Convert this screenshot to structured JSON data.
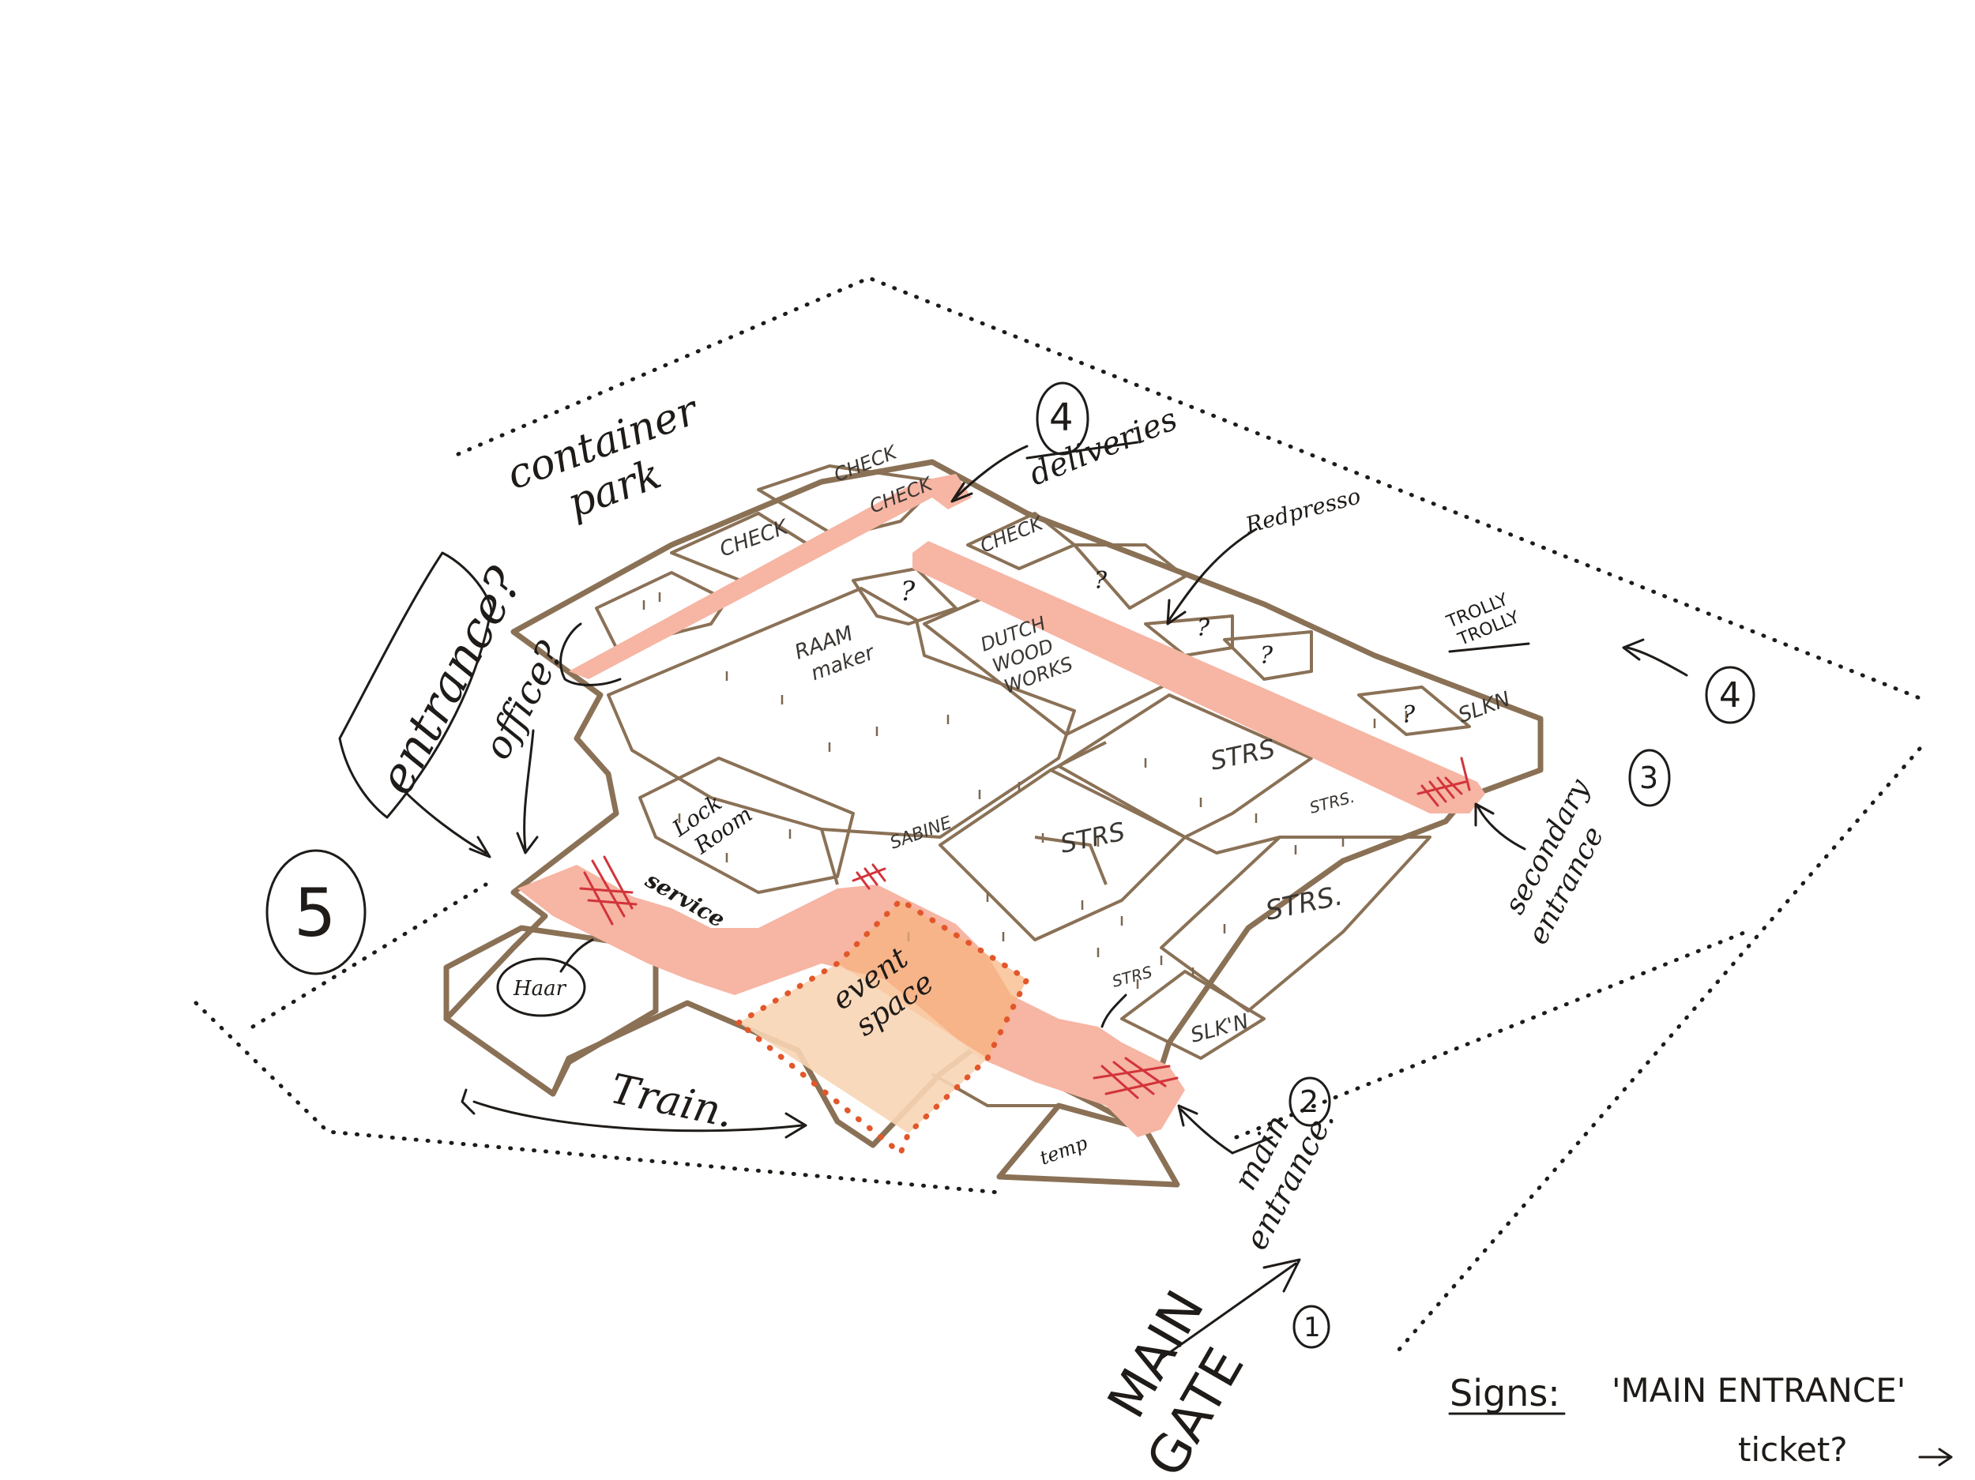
{
  "labels": {
    "container_park": "container\npark",
    "deliveries": "deliveries",
    "entrance_q": "entrance?",
    "office_q": "office?",
    "check_1": "CHECK",
    "check_2": "CHECK",
    "check_3": "CHECK",
    "check_4": "CHECK",
    "q1": "?",
    "q2": "?",
    "q3": "?",
    "q4": "?",
    "q5": "?",
    "raam_maker": "RAAM\nmaker",
    "dutch_wood_works": "DUTCH\nWOOD\nWORKS",
    "redpresso": "Redpresso",
    "trolly_trolly": "TROLLY\nTROLLY",
    "slkn_top": "SLKN",
    "strs_1": "STRS",
    "strs_2": "STRS",
    "strs_3": "STRS.",
    "strs_4": "STRS.",
    "strs_5": "STRS",
    "slkn_bottom": "SLK'N",
    "lock_room": "Lock\nRoom",
    "sabine": "SABINE",
    "service": "service",
    "haar": "Haar",
    "event_space": "event\nspace",
    "temp": "temp",
    "train": "Train.",
    "secondary_entrance": "secondary\nentrance",
    "main_entrance": "main\nentrance.",
    "main_gate": "MAIN\nGATE",
    "signs_caption": "Signs:",
    "signs_text": "'MAIN ENTRANCE'",
    "signs_text_2": "ticket?",
    "num_1": "1",
    "num_2": "2",
    "num_3": "3",
    "num_4a": "4",
    "num_4b": "4",
    "num_5": "5"
  },
  "colors": {
    "circulation": "#f7b5a4",
    "room_fill": "#ede3dc",
    "hall_fill": "#f2ebe5",
    "wall": "#8a7156",
    "event_space": "#f6c49d",
    "event_border": "#e2572a",
    "entrance_hatch": "#d2343a",
    "ink": "#1e1b18"
  }
}
